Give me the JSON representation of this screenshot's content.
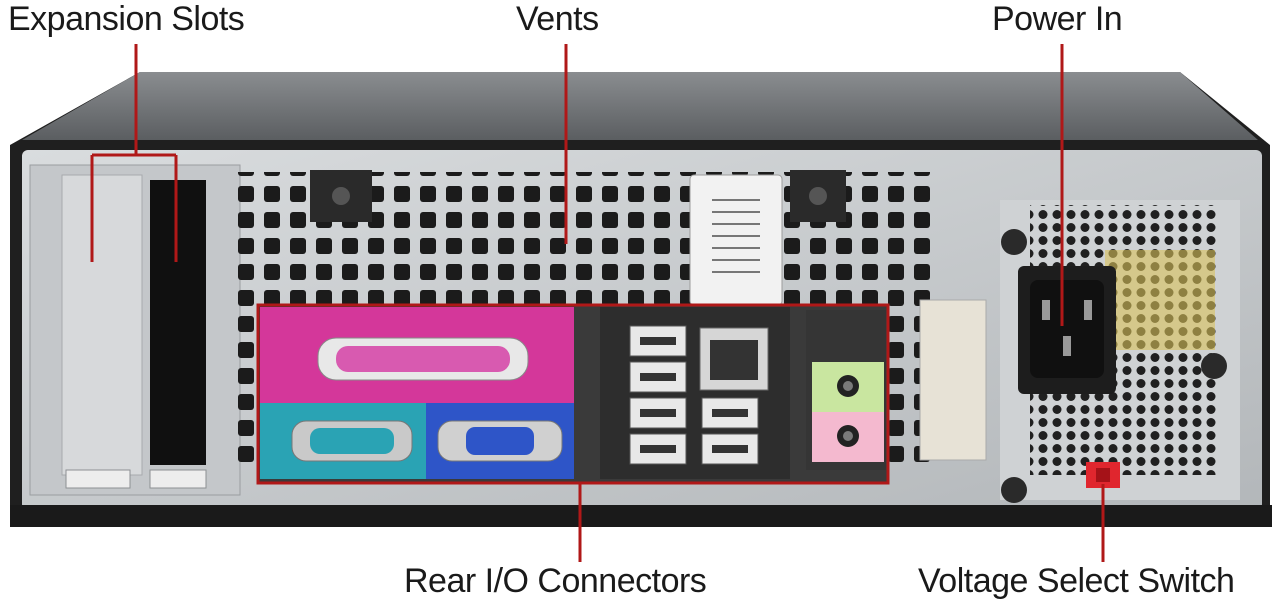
{
  "labels": {
    "expansion_slots": "Expansion Slots",
    "vents": "Vents",
    "power_in": "Power In",
    "rear_io": "Rear I/O Connectors",
    "voltage_switch": "Voltage Select Switch"
  },
  "colors": {
    "callout_line": "#b01818",
    "chassis_dark": "#2b2b2b",
    "chassis_panel": "#bfc3c6",
    "parallel_port": "#d4379a",
    "serial_port": "#2aa3b4",
    "vga_port": "#2e55c8",
    "audio_green": "#c9e6a0",
    "audio_pink": "#f4b9cf",
    "voltage_switch": "#e0262e"
  }
}
